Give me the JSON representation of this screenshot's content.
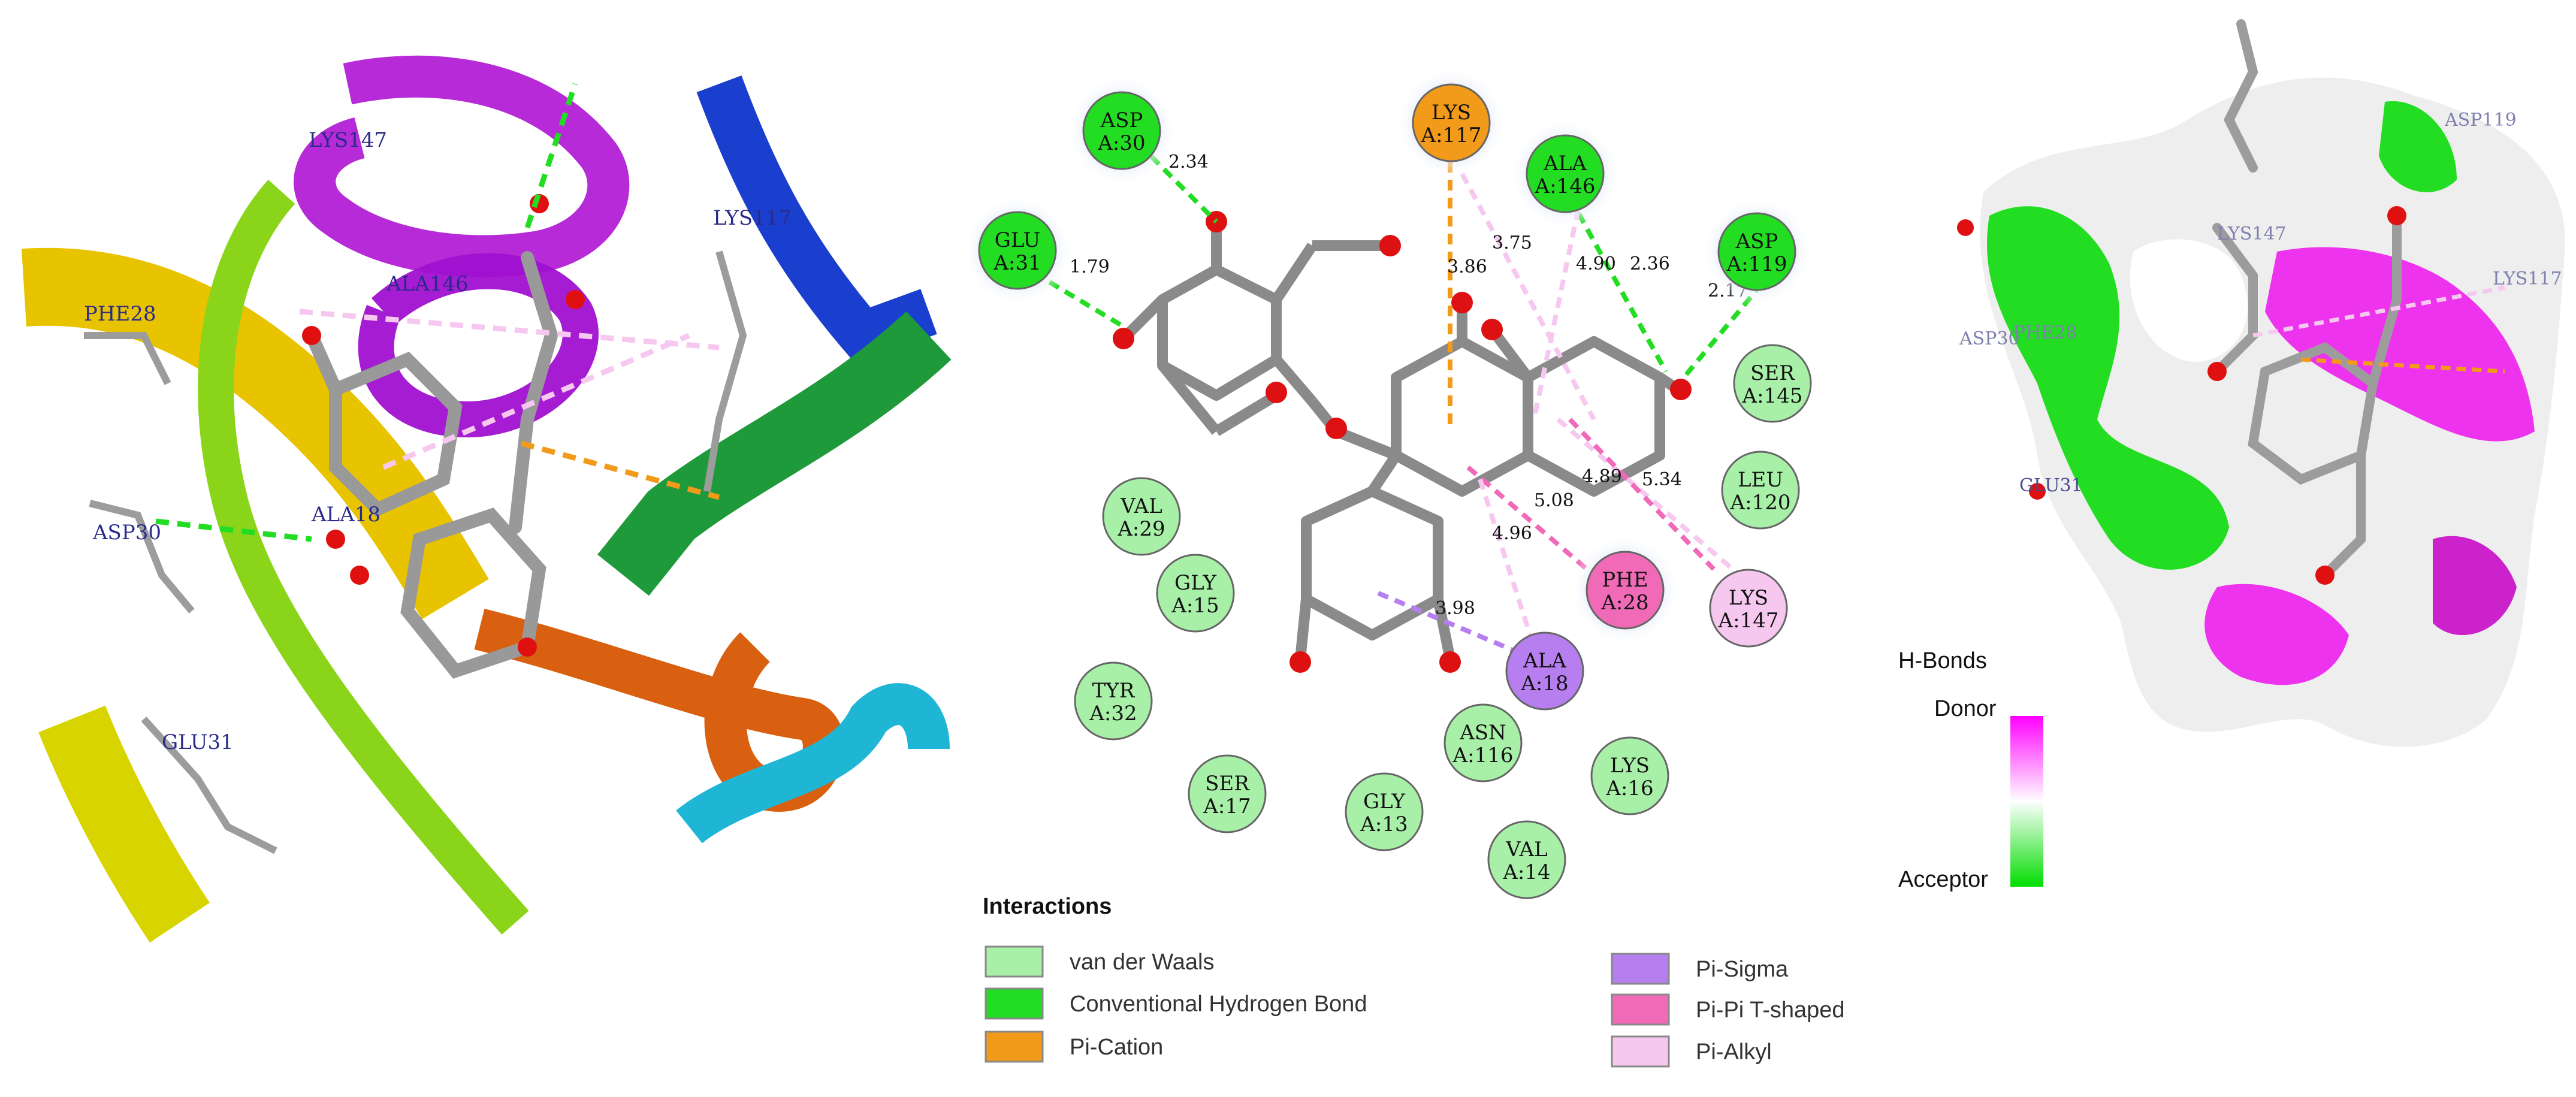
{
  "left_panel": {
    "labels": [
      {
        "text": "LYS147"
      },
      {
        "text": "LYS117"
      },
      {
        "text": "ALA146"
      },
      {
        "text": "PHE28"
      },
      {
        "text": "ALA18"
      },
      {
        "text": "ASP30"
      },
      {
        "text": "GLU31"
      }
    ]
  },
  "interaction_2d": {
    "residues": [
      {
        "name": "ASP",
        "num": "A:30",
        "type": "hbond"
      },
      {
        "name": "LYS",
        "num": "A:117",
        "type": "pication"
      },
      {
        "name": "ALA",
        "num": "A:146",
        "type": "hbond"
      },
      {
        "name": "ASP",
        "num": "A:119",
        "type": "hbond"
      },
      {
        "name": "GLU",
        "num": "A:31",
        "type": "hbond"
      },
      {
        "name": "SER",
        "num": "A:145",
        "type": "vdw"
      },
      {
        "name": "LEU",
        "num": "A:120",
        "type": "vdw"
      },
      {
        "name": "VAL",
        "num": "A:29",
        "type": "vdw"
      },
      {
        "name": "GLY",
        "num": "A:15",
        "type": "vdw"
      },
      {
        "name": "PHE",
        "num": "A:28",
        "type": "pipi"
      },
      {
        "name": "LYS",
        "num": "A:147",
        "type": "pialkyl"
      },
      {
        "name": "ALA",
        "num": "A:18",
        "type": "pisigma"
      },
      {
        "name": "TYR",
        "num": "A:32",
        "type": "vdw"
      },
      {
        "name": "ASN",
        "num": "A:116",
        "type": "vdw"
      },
      {
        "name": "LYS",
        "num": "A:16",
        "type": "vdw"
      },
      {
        "name": "SER",
        "num": "A:17",
        "type": "vdw"
      },
      {
        "name": "GLY",
        "num": "A:13",
        "type": "vdw"
      },
      {
        "name": "VAL",
        "num": "A:14",
        "type": "vdw"
      }
    ],
    "distances": [
      "2.34",
      "1.79",
      "3.75",
      "3.86",
      "4.90",
      "2.36",
      "2.17",
      "5.08",
      "4.89",
      "5.34",
      "4.96",
      "3.98"
    ]
  },
  "legend": {
    "title": "Interactions",
    "items": [
      {
        "label": "van der Waals",
        "color": "#a8f0a8"
      },
      {
        "label": "Conventional Hydrogen Bond",
        "color": "#22dd22"
      },
      {
        "label": "Pi-Cation",
        "color": "#f29a1a"
      },
      {
        "label": "Pi-Sigma",
        "color": "#b77ef0"
      },
      {
        "label": "Pi-Pi T-shaped",
        "color": "#f06ab8"
      },
      {
        "label": "Pi-Alkyl",
        "color": "#f6c8f0"
      }
    ]
  },
  "hbond_scale": {
    "title": "H-Bonds",
    "top": "Donor",
    "bottom": "Acceptor",
    "top_color": "#ff00ff",
    "bottom_color": "#00dd00"
  },
  "right_panel": {
    "labels": [
      {
        "text": "ASP119"
      },
      {
        "text": "LYS147"
      },
      {
        "text": "LYS117"
      },
      {
        "text": "PHE28"
      },
      {
        "text": "ASP30"
      },
      {
        "text": "GLU31"
      }
    ]
  }
}
